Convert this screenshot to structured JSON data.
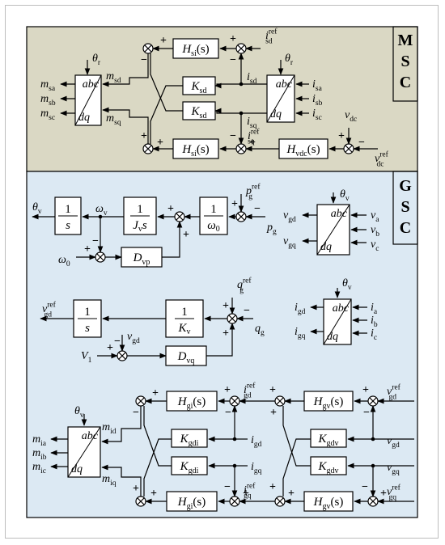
{
  "colors": {
    "msc_bg": "#dad8c4",
    "gsc_bg": "#dce9f3",
    "block_fill": "#ffffff",
    "line": "#000000",
    "frame": "#bdbdbd"
  },
  "msc": {
    "label": [
      "M",
      "S",
      "C"
    ],
    "signals": {
      "m_sa": "m",
      "m_sa_sub": "sa",
      "m_sb": "m",
      "m_sb_sub": "sb",
      "m_sc": "m",
      "m_sc_sub": "sc",
      "m_sd": "m",
      "m_sd_sub": "sd",
      "m_sq": "m",
      "m_sq_sub": "sq",
      "theta_r_left": "θ",
      "theta_r_left_sub": "r",
      "theta_r_right": "θ",
      "theta_r_right_sub": "r",
      "i_sd_ref": "i",
      "i_sd_ref_sub": "sd",
      "i_sd_ref_sup": "ref",
      "i_sd": "i",
      "i_sd_sub": "sd",
      "i_sq": "i",
      "i_sq_sub": "sq",
      "i_sq_ref": "i",
      "i_sq_ref_sub": "sq",
      "i_sq_ref_sup": "ref",
      "i_sa": "i",
      "i_sa_sub": "sa",
      "i_sb": "i",
      "i_sb_sub": "sb",
      "i_sc": "i",
      "i_sc_sub": "sc",
      "v_dc": "v",
      "v_dc_sub": "dc",
      "v_dc_ref": "v",
      "v_dc_ref_sub": "dc",
      "v_dc_ref_sup": "ref"
    },
    "blocks": {
      "h_si_top": {
        "main": "H",
        "sub": "si",
        "tail": "(s)"
      },
      "h_si_bottom": {
        "main": "H",
        "sub": "si",
        "tail": "(s)"
      },
      "k_sd_top": {
        "main": "K",
        "sub": "sd"
      },
      "k_sd_bottom": {
        "main": "K",
        "sub": "sd"
      },
      "h_vdc": {
        "main": "H",
        "sub": "vdc",
        "tail": "(s)"
      },
      "abc_dq_left": {
        "top": "abc",
        "bottom": "dq"
      },
      "abc_dq_right": {
        "top": "abc",
        "bottom": "dq"
      }
    }
  },
  "gsc": {
    "label": [
      "G",
      "S",
      "C"
    ],
    "signals": {
      "theta_v_out": "θ",
      "theta_v_out_sub": "v",
      "omega_v": "ω",
      "omega_v_sub": "v",
      "omega_0": "ω",
      "omega_0_sub": "0",
      "p_g_ref": "p",
      "p_g_ref_sub": "g",
      "p_g_ref_sup": "ref",
      "p_g": "p",
      "p_g_sub": "g",
      "theta_v_a": "θ",
      "theta_v_a_sub": "v",
      "v_gd_a": "v",
      "v_gd_a_sub": "gd",
      "v_gq_a": "v",
      "v_gq_a_sub": "gq",
      "v_a": "v",
      "v_a_sub": "a",
      "v_b": "v",
      "v_b_sub": "b",
      "v_c": "v",
      "v_c_sub": "c",
      "v_gd_ref_out": "v",
      "v_gd_ref_out_sub": "gd",
      "v_gd_ref_out_sup": "ref",
      "q_g_ref": "q",
      "q_g_ref_sub": "g",
      "q_g_ref_sup": "ref",
      "q_g": "q",
      "q_g_sub": "g",
      "v_gd_in": "v",
      "v_gd_in_sub": "gd",
      "v_1": "V",
      "v_1_sub": "1",
      "theta_v_b": "θ",
      "theta_v_b_sub": "v",
      "i_gd_b": "i",
      "i_gd_b_sub": "gd",
      "i_gq_b": "i",
      "i_gq_b_sub": "gq",
      "i_a": "i",
      "i_a_sub": "a",
      "i_b": "i",
      "i_b_sub": "b",
      "i_c": "i",
      "i_c_sub": "c",
      "theta_v_c": "θ",
      "theta_v_c_sub": "v",
      "m_ia": "m",
      "m_ia_sub": "ia",
      "m_ib": "m",
      "m_ib_sub": "ib",
      "m_ic": "m",
      "m_ic_sub": "ic",
      "m_id": "m",
      "m_id_sub": "id",
      "m_iq": "m",
      "m_iq_sub": "iq",
      "i_gd_ref": "i",
      "i_gd_ref_sub": "gd",
      "i_gd_ref_sup": "ref",
      "i_gq_ref": "i",
      "i_gq_ref_sub": "gq",
      "i_gq_ref_sup": "ref",
      "i_gd": "i",
      "i_gd_sub": "gd",
      "i_gq": "i",
      "i_gq_sub": "gq",
      "v_gd_ref_in": "v",
      "v_gd_ref_in_sub": "gd",
      "v_gd_ref_in_sup": "ref",
      "v_gq_ref_in": "v",
      "v_gq_ref_in_sub": "gq",
      "v_gq_ref_in_sup": "ref",
      "v_gd": "v",
      "v_gd_sub": "gd",
      "v_gq": "v",
      "v_gq_sub": "gq"
    },
    "blocks": {
      "integrator_top": {
        "num": "1",
        "den": "s"
      },
      "inertia": {
        "num": "1",
        "den_main": "J",
        "den_sub": "v",
        "den_tail": "s"
      },
      "omega0_gain": {
        "num": "1",
        "den_main": "ω",
        "den_sub": "0"
      },
      "d_vp": {
        "main": "D",
        "sub": "vp"
      },
      "integrator_mid": {
        "num": "1",
        "den": "s"
      },
      "k_v": {
        "num": "1",
        "den_main": "K",
        "den_sub": "v"
      },
      "d_vq": {
        "main": "D",
        "sub": "vq"
      },
      "abc_dq_v": {
        "top": "abc",
        "bottom": "dq"
      },
      "abc_dq_i": {
        "top": "abc",
        "bottom": "dq"
      },
      "abc_dq_m": {
        "top": "abc",
        "bottom": "dq"
      },
      "h_gi_top": {
        "main": "H",
        "sub": "gi",
        "tail": "(s)"
      },
      "h_gi_bottom": {
        "main": "H",
        "sub": "gi",
        "tail": "(s)"
      },
      "h_gv_top": {
        "main": "H",
        "sub": "gv",
        "tail": "(s)"
      },
      "h_gv_bottom": {
        "main": "H",
        "sub": "gv",
        "tail": "(s)"
      },
      "k_gdi_top": {
        "main": "K",
        "sub": "gdi"
      },
      "k_gdi_bottom": {
        "main": "K",
        "sub": "gdi"
      },
      "k_gdv_top": {
        "main": "K",
        "sub": "gdv"
      },
      "k_gdv_bottom": {
        "main": "K",
        "sub": "gdv"
      }
    }
  }
}
